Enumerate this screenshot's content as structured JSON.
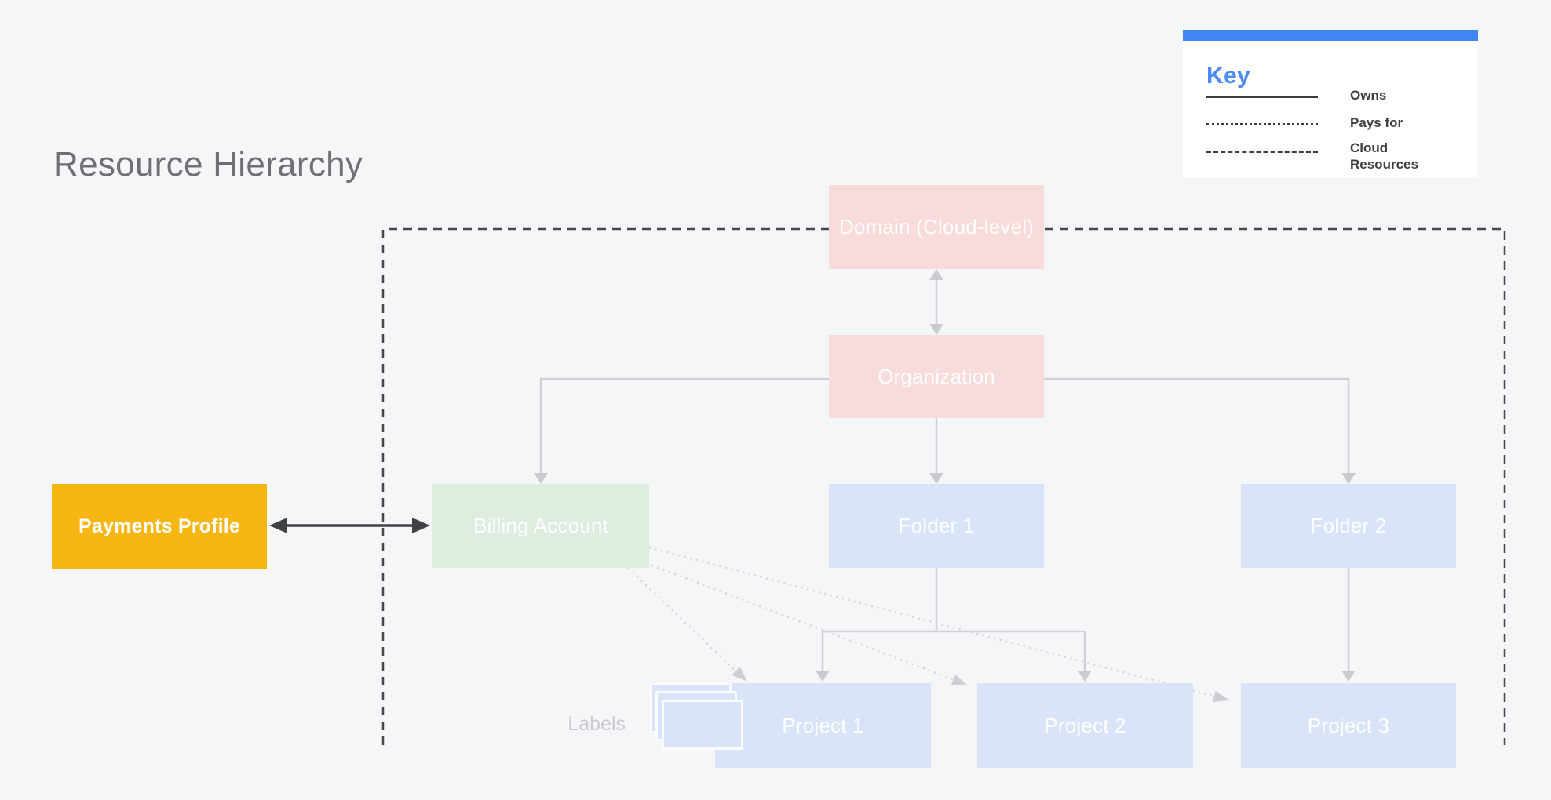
{
  "page": {
    "background": "#F5F6F8"
  },
  "title": "Resource Hierarchy",
  "legend": {
    "title": "Key",
    "accent_color": "#4285F4",
    "items": [
      {
        "style": "solid",
        "label": "Owns"
      },
      {
        "style": "dotted",
        "label": "Pays for"
      },
      {
        "style": "dashed",
        "label": "Cloud Resources"
      }
    ]
  },
  "nodes": {
    "payments_profile": {
      "label": "Payments Profile",
      "color": "#F7B613"
    },
    "billing_account": {
      "label": "Billing Account",
      "color": "#DFEDE1"
    },
    "domain": {
      "label": "Domain (Cloud-level)",
      "color": "#F8DCDB"
    },
    "organization": {
      "label": "Organization",
      "color": "#F8DCDB"
    },
    "folder1": {
      "label": "Folder 1",
      "color": "#D9E4F8"
    },
    "folder2": {
      "label": "Folder 2",
      "color": "#D9E4F8"
    },
    "project1": {
      "label": "Project 1",
      "color": "#D9E4F8"
    },
    "project2": {
      "label": "Project 2",
      "color": "#D9E4F8"
    },
    "project3": {
      "label": "Project 3",
      "color": "#D9E4F8"
    }
  },
  "annotations": {
    "labels_caption": "Labels"
  },
  "edges": [
    {
      "from": "Domain (Cloud-level)",
      "to": "Organization",
      "type": "owns",
      "bidirectional": true
    },
    {
      "from": "Organization",
      "to": "Billing Account",
      "type": "owns"
    },
    {
      "from": "Organization",
      "to": "Folder 1",
      "type": "owns"
    },
    {
      "from": "Organization",
      "to": "Folder 2",
      "type": "owns"
    },
    {
      "from": "Folder 1",
      "to": "Project 1",
      "type": "owns"
    },
    {
      "from": "Folder 1",
      "to": "Project 2",
      "type": "owns"
    },
    {
      "from": "Folder 2",
      "to": "Project 3",
      "type": "owns"
    },
    {
      "from": "Payments Profile",
      "to": "Billing Account",
      "type": "owns",
      "bidirectional": true
    },
    {
      "from": "Billing Account",
      "to": "Project 1",
      "type": "pays_for"
    },
    {
      "from": "Billing Account",
      "to": "Project 2",
      "type": "pays_for"
    },
    {
      "from": "Billing Account",
      "to": "Project 3",
      "type": "pays_for"
    }
  ]
}
